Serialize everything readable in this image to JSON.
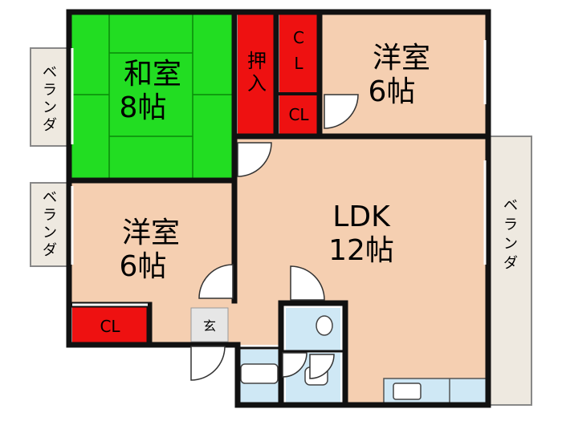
{
  "colors": {
    "tatami": "#22dd22",
    "flooring": "#f5cfb1",
    "closet": "#ee1111",
    "veranda": "#eee9e0",
    "bath": "#cfe8f5",
    "wall": "#111111"
  },
  "rooms": {
    "washitsu": {
      "name": "和室",
      "size": "8帖"
    },
    "youshitsu_ne": {
      "name": "洋室",
      "size": "6帖"
    },
    "youshitsu_w": {
      "name": "洋室",
      "size": "6帖"
    },
    "ldk": {
      "name": "LDK",
      "size": "12帖"
    }
  },
  "closets": {
    "oshiire": [
      "押",
      "入"
    ],
    "cl_top": [
      "C",
      "L"
    ],
    "cl_small": "CL",
    "cl_bottom": "CL"
  },
  "entrance": "玄",
  "verandas": {
    "west_top": [
      "ベ",
      "ラ",
      "ン",
      "ダ"
    ],
    "west_bottom": [
      "ベ",
      "ラ",
      "ン",
      "ダ"
    ],
    "east": [
      "ベ",
      "ラ",
      "ン",
      "ダ"
    ]
  }
}
